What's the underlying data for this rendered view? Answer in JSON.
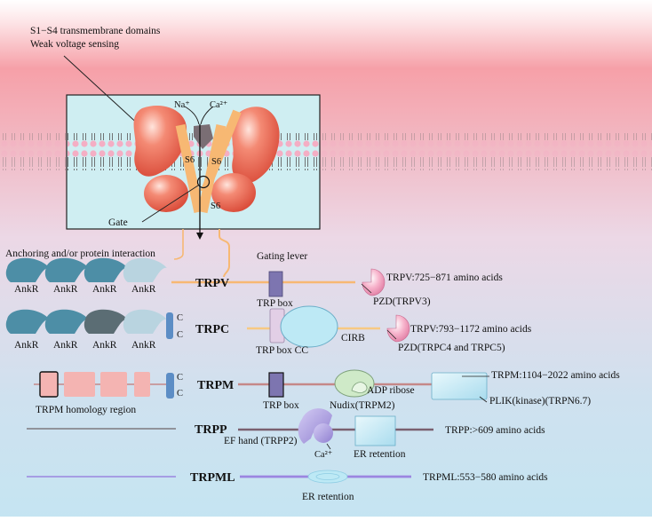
{
  "annotations": {
    "top_line1": "S1−S4 transmembrane domains",
    "top_line2": "Weak voltage sensing",
    "na": "Na⁺",
    "ca": "Ca²⁺",
    "s6": "S6",
    "gate": "Gate",
    "anchoring": "Anchoring and/or protein interaction",
    "gating_lever": "Gating lever"
  },
  "families": {
    "trpv": {
      "name": "TRPV",
      "ankr": [
        "AnkR",
        "AnkR",
        "AnkR",
        "AnkR"
      ],
      "trp_box": "TRP box",
      "pzd": "PZD(TRPV3)",
      "length": "TRPV:725−871 amino acids"
    },
    "trpc": {
      "name": "TRPC",
      "ankr": [
        "AnkR",
        "AnkR",
        "AnkR",
        "AnkR"
      ],
      "c1": "C",
      "c2": "C",
      "trp_box_cc": "TRP box CC",
      "cirb": "CIRB",
      "pzd": "PZD(TRPC4 and TRPC5)",
      "length": "TRPV:793−1172 amino acids"
    },
    "trpm": {
      "name": "TRPM",
      "c1": "C",
      "c2": "C",
      "homology": "TRPM homology region",
      "trp_box": "TRP box",
      "nudix": "Nudix(TRPM2)",
      "adp": "ADP ribose",
      "plik": "PLIK(kinase)(TRPN6.7)",
      "length": "TRPM:1104−2022 amino acids"
    },
    "trpp": {
      "name": "TRPP",
      "ef_hand": "EF hand (TRPP2)",
      "ca": "Ca²⁺",
      "er": "ER retention",
      "length": "TRPP:>609 amino acids"
    },
    "trpml": {
      "name": "TRPML",
      "er": "ER retention",
      "length": "TRPML:553−580 amino acids"
    }
  },
  "colors": {
    "top": "#f6a0a8",
    "bottom": "#c6e6f2",
    "channel_red": "#ee6652",
    "helix_orange": "#f7b873",
    "ankr_teal": "#4d8ea6",
    "trp_box_purple": "#7d75b0",
    "pzd_pink": "#f297b8",
    "cirb_blue": "#bde9f5",
    "trpm_pink": "#f4b4b2",
    "trpp_violet": "#9a89d8",
    "trpml_line": "#9b86e0"
  }
}
